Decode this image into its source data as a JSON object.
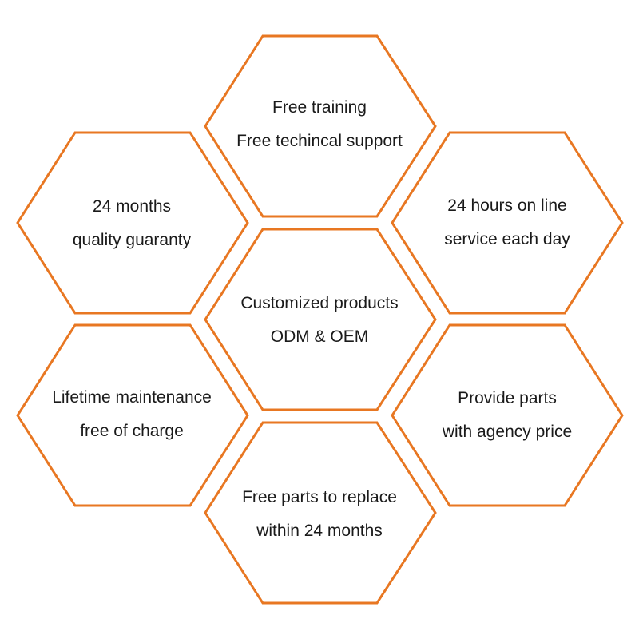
{
  "theme": {
    "hex_stroke": "#E87722",
    "text_color": "#1a1a1a",
    "background": "#ffffff"
  },
  "hexagons": [
    {
      "id": "top",
      "lines": [
        "Free training",
        "Free techincal support"
      ]
    },
    {
      "id": "upper-left",
      "lines": [
        "24 months",
        "quality guaranty"
      ]
    },
    {
      "id": "upper-right",
      "lines": [
        "24 hours on line",
        "service each day"
      ]
    },
    {
      "id": "center",
      "lines": [
        "Customized products",
        "ODM & OEM"
      ]
    },
    {
      "id": "lower-left",
      "lines": [
        "Lifetime maintenance",
        "free of charge"
      ]
    },
    {
      "id": "lower-right",
      "lines": [
        "Provide parts",
        "with agency price"
      ]
    },
    {
      "id": "bottom",
      "lines": [
        "Free parts to replace",
        "within 24 months"
      ]
    }
  ]
}
